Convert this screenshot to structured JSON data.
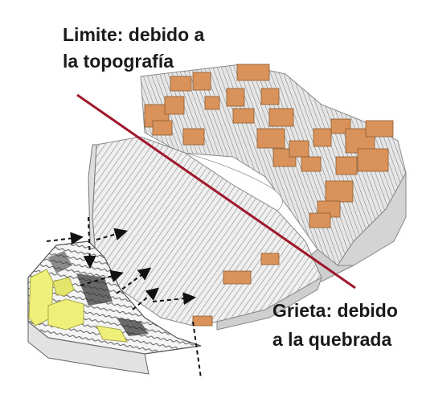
{
  "labels": {
    "limit_line1": "Limite: debido a",
    "limit_line2": "la topografía",
    "crack_line1": "Grieta: debido",
    "crack_line2": "a la quebrada"
  },
  "colors": {
    "divider": "#a0182b",
    "building": "#d9935a",
    "highlight_building": "#eef07a",
    "terrain": "#e9e9e9",
    "hatch": "#6b6b6b",
    "arrows": "#111111"
  },
  "icons": {
    "dashed_arrows": "dashed-arrow-icon"
  }
}
